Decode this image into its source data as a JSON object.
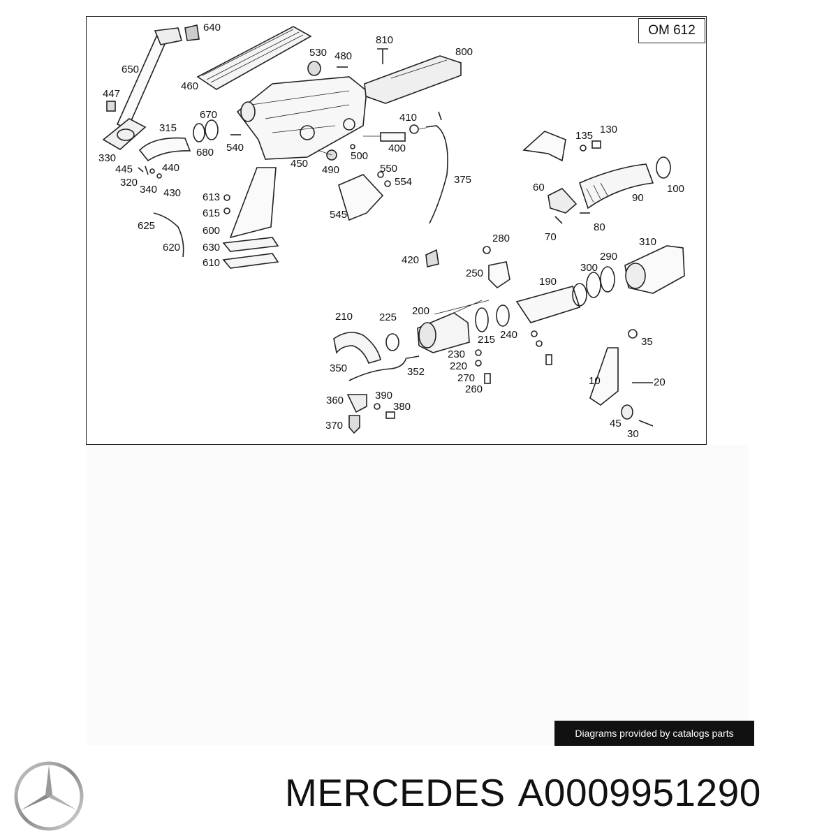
{
  "diagram": {
    "model_label": "OM 612",
    "part_labels": [
      "640",
      "810",
      "800",
      "530",
      "480",
      "650",
      "460",
      "447",
      "670",
      "315",
      "330",
      "680",
      "540",
      "445",
      "440",
      "320",
      "340",
      "430",
      "450",
      "490",
      "500",
      "410",
      "400",
      "375",
      "135",
      "130",
      "550",
      "554",
      "545",
      "613",
      "615",
      "600",
      "630",
      "610",
      "625",
      "620",
      "60",
      "100",
      "90",
      "80",
      "70",
      "420",
      "280",
      "310",
      "250",
      "290",
      "300",
      "190",
      "210",
      "225",
      "200",
      "230",
      "220",
      "270",
      "260",
      "215",
      "240",
      "35",
      "350",
      "352",
      "10",
      "20",
      "390",
      "360",
      "380",
      "370",
      "45",
      "30"
    ]
  },
  "footer": {
    "credit": "Diagrams provided by catalogs parts",
    "brand": "MERCEDES",
    "part_number": "A0009951290"
  }
}
